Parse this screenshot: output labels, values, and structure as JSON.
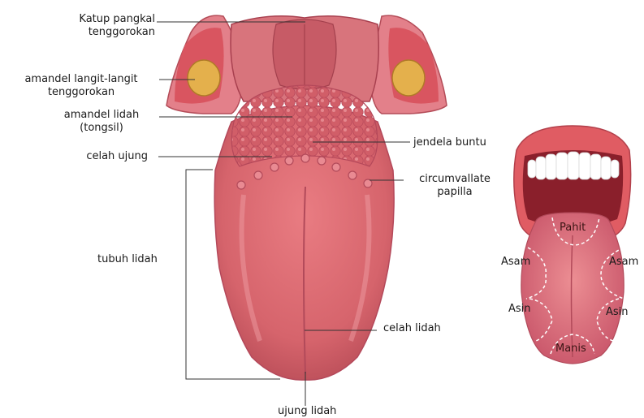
{
  "labels": {
    "katup": [
      "Katup pangkal",
      "tenggorokan"
    ],
    "amandel_langit": [
      "amandel langit-langit",
      "tenggorokan"
    ],
    "amandel_lidah": [
      "amandel lidah",
      "(tongsil)"
    ],
    "celah_ujung": "celah ujung",
    "tubuh_lidah": "tubuh lidah",
    "jendela_buntu": "jendela buntu",
    "circumvallate": [
      "circumvallate",
      "papilla"
    ],
    "celah_lidah": "celah lidah",
    "ujung_lidah": "ujung lidah"
  },
  "taste_map": {
    "pahit": "Pahit",
    "asam_left": "Asam",
    "asam_right": "Asam",
    "asin_left": "Asin",
    "asin_right": "Asin",
    "manis": "Manis"
  },
  "colors": {
    "tongue": "#d9686f",
    "tongue_dark": "#b94a55",
    "tongue_light": "#ec8a8e",
    "tonsil": "#e7b64d",
    "lips": "#e05c63",
    "mouth_inner": "#8a1f2b",
    "teeth": "#ffffff",
    "leader": "#333333"
  }
}
